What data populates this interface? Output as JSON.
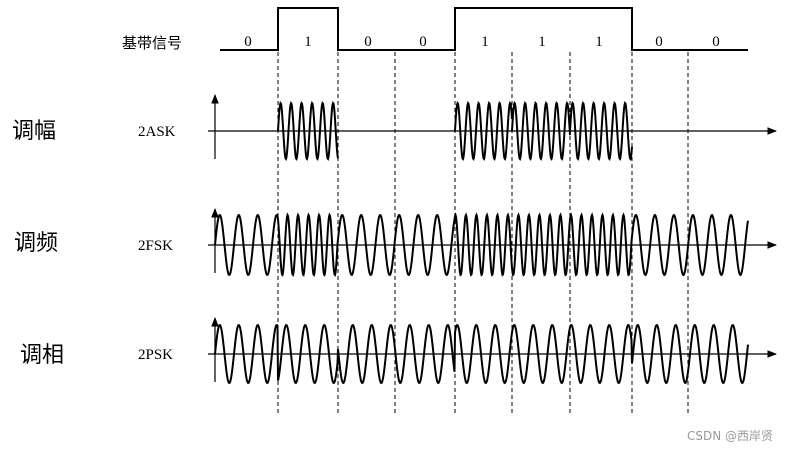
{
  "baseband": {
    "label": "基带信号",
    "bits": [
      "0",
      "1",
      "0",
      "0",
      "1",
      "1",
      "1",
      "0",
      "0"
    ]
  },
  "rows": [
    {
      "name": "调幅",
      "modulation": "2ASK"
    },
    {
      "name": "调频",
      "modulation": "2FSK"
    },
    {
      "name": "调相",
      "modulation": "2PSK"
    }
  ],
  "watermark": "CSDN @西岸贤"
}
